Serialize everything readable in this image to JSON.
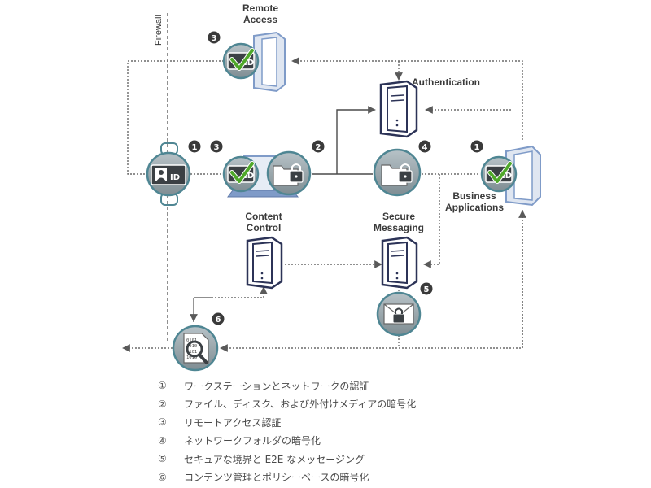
{
  "labels": {
    "firewall": "Firewall",
    "remote_access": [
      "Remote",
      "Access"
    ],
    "authentication": "Authentication",
    "business_applications": [
      "Business",
      "Applications"
    ],
    "content_control": [
      "Content",
      "Control"
    ],
    "secure_messaging": [
      "Secure",
      "Messaging"
    ]
  },
  "badges": {
    "remote_access": "3",
    "endpoint": "1",
    "laptop_check": "3",
    "laptop_lock": "2",
    "network_folder": "4",
    "business_app": "1",
    "mail": "5",
    "policy": "6"
  },
  "icon_text": {
    "id": "ID",
    "binary": [
      "0101",
      "1010",
      "0101",
      "1010"
    ]
  },
  "legend": [
    {
      "num": "①",
      "text": "ワークステーションとネットワークの認証"
    },
    {
      "num": "②",
      "text": "ファイル、ディスク、および外付けメディアの暗号化"
    },
    {
      "num": "③",
      "text": "リモートアクセス認証"
    },
    {
      "num": "④",
      "text": "ネットワークフォルダの暗号化"
    },
    {
      "num": "⑤",
      "text": "セキュアな境界と E2E なメッセージング"
    },
    {
      "num": "⑥",
      "text": "コンテンツ管理とポリシーベースの暗号化"
    }
  ],
  "colors": {
    "line": "#6a6a6a",
    "circle_fill": "#9aa7ad",
    "circle_ring": "#4f8693",
    "server_dark": "#2c3357",
    "server_light": "#7f9bc8",
    "check": "#4fa82a",
    "badge": "#3a3a3a"
  }
}
